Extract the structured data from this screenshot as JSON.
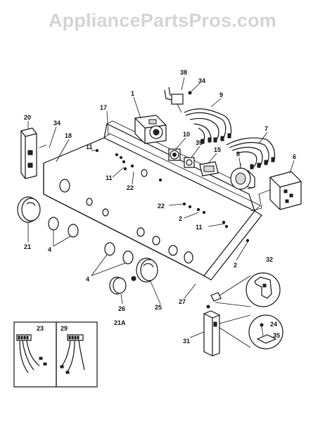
{
  "watermark": "AppliancePartsPros.com",
  "callouts": {
    "c38": "38",
    "c34a": "34",
    "c1": "1",
    "c9": "9",
    "c17": "17",
    "c20": "20",
    "c34b": "34",
    "c18": "18",
    "c11a": "11",
    "c10": "10",
    "c39": "39",
    "c15": "15",
    "c8": "8",
    "c6": "6",
    "c7": "7",
    "c11b": "11",
    "c22a": "22",
    "c22b": "22",
    "c2a": "2",
    "c11c": "11",
    "c21": "21",
    "c4a": "4",
    "c4b": "4",
    "c2b": "2",
    "c32": "32",
    "c27": "27",
    "c26": "26",
    "c25": "25",
    "c21a": "21A",
    "c23": "23",
    "c29": "29",
    "c24": "24",
    "c35": "35",
    "c31": "31"
  },
  "colors": {
    "line": "#111111",
    "watermark": "#d4d4d4",
    "background": "#ffffff"
  }
}
